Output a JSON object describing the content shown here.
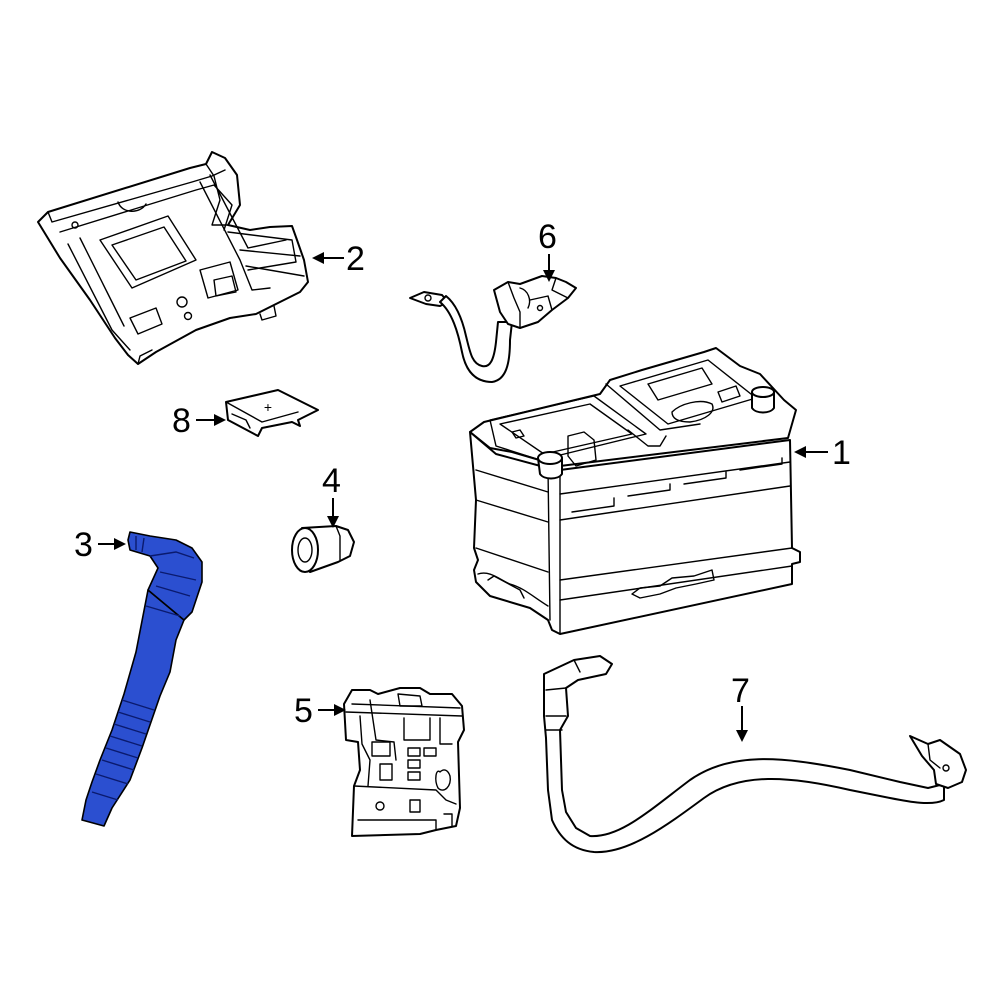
{
  "diagram": {
    "highlight_color": "#2b4fd0",
    "line_color": "#000000",
    "background": "#ffffff",
    "callouts": [
      {
        "id": "1",
        "label": "1"
      },
      {
        "id": "2",
        "label": "2"
      },
      {
        "id": "3",
        "label": "3"
      },
      {
        "id": "4",
        "label": "4"
      },
      {
        "id": "5",
        "label": "5"
      },
      {
        "id": "6",
        "label": "6"
      },
      {
        "id": "7",
        "label": "7"
      },
      {
        "id": "8",
        "label": "8"
      }
    ],
    "cover_symbol": "+",
    "highlighted_part": "3"
  }
}
